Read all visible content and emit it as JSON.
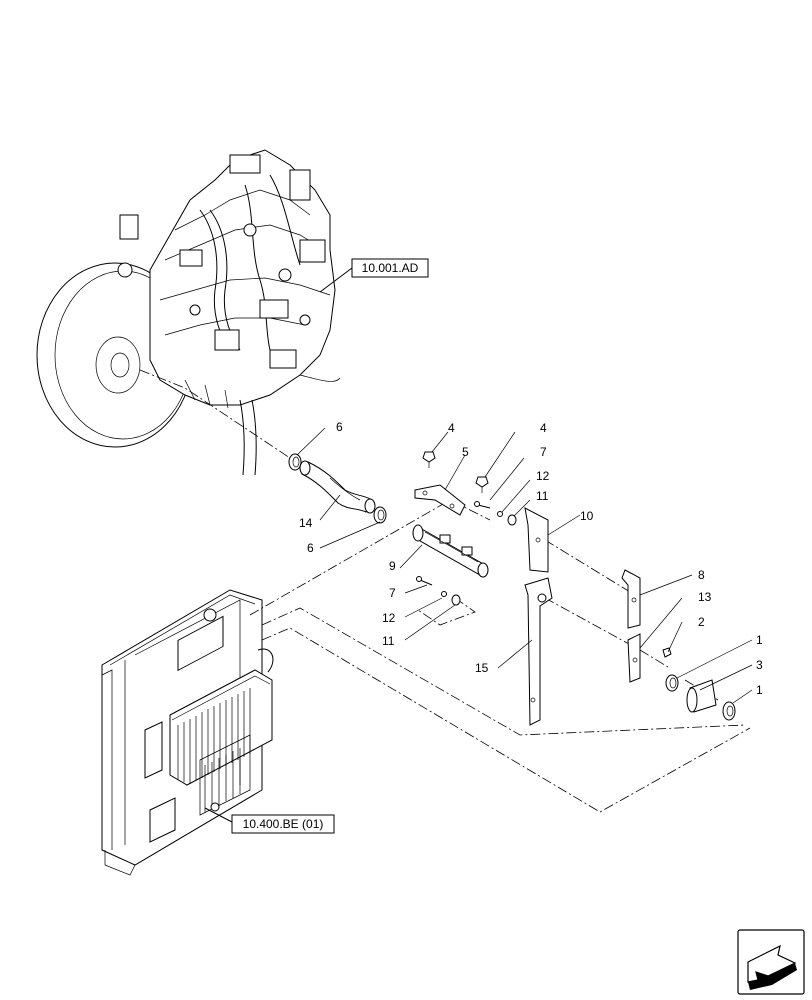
{
  "references": {
    "engine": "10.001.AD",
    "radiator": "10.400.BE (01)"
  },
  "callouts": {
    "c1a": "1",
    "c1b": "1",
    "c2": "2",
    "c3": "3",
    "c4a": "4",
    "c4b": "4",
    "c5": "5",
    "c6a": "6",
    "c6b": "6",
    "c7a": "7",
    "c7b": "7",
    "c8": "8",
    "c9": "9",
    "c10": "10",
    "c11a": "11",
    "c11b": "11",
    "c12a": "12",
    "c12b": "12",
    "c13": "13",
    "c14": "14",
    "c15": "15"
  },
  "icons": {
    "nav": "arrow-navigation-icon"
  }
}
